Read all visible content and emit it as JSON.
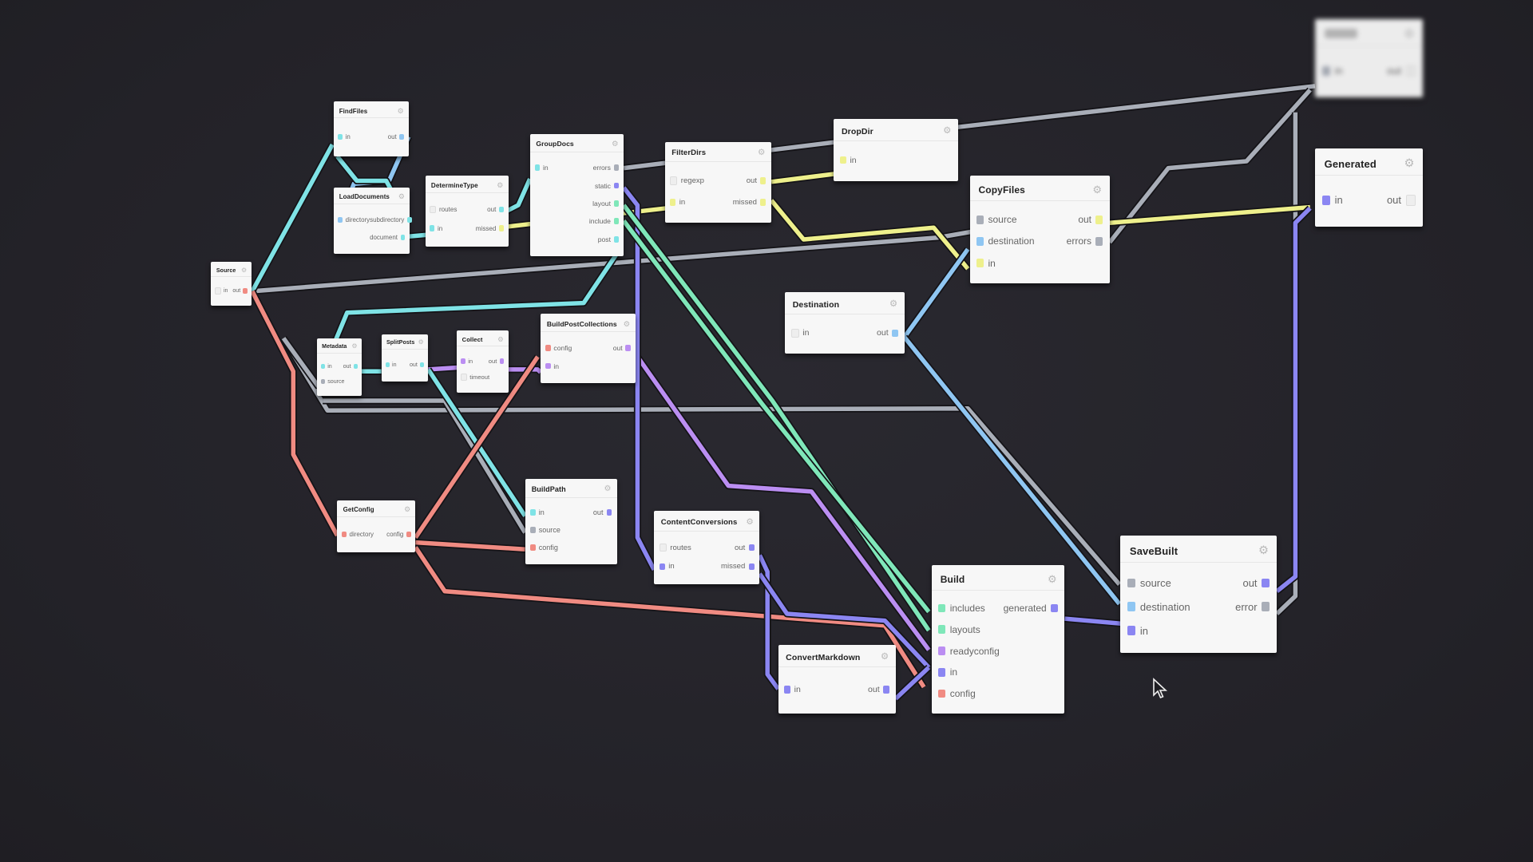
{
  "colors": {
    "cyan": "#7fe3e6",
    "lightblue": "#8fc6f2",
    "yellow": "#eef08c",
    "gray": "#a9aeb8",
    "salmon": "#f08b82",
    "purple": "#bb8ef2",
    "indigo": "#8b86f2",
    "green": "#7fe7b9",
    "empty": "#eeeeee"
  },
  "nodes": [
    {
      "id": "source",
      "title": "Source",
      "inputs": [
        {
          "label": "in",
          "color": "empty"
        }
      ],
      "outputs": [
        {
          "label": "out",
          "color": "salmon"
        }
      ]
    },
    {
      "id": "findfiles",
      "title": "FindFiles",
      "inputs": [
        {
          "label": "in",
          "color": "cyan"
        }
      ],
      "outputs": [
        {
          "label": "out",
          "color": "lightblue"
        }
      ]
    },
    {
      "id": "loaddocuments",
      "title": "LoadDocuments",
      "inputs": [
        {
          "label": "directory",
          "color": "lightblue"
        }
      ],
      "outputs": [
        {
          "label": "subdirectory",
          "color": "cyan"
        },
        {
          "label": "document",
          "color": "cyan"
        }
      ]
    },
    {
      "id": "determinetype",
      "title": "DetermineType",
      "inputs": [
        {
          "label": "routes",
          "color": "empty"
        },
        {
          "label": "in",
          "color": "cyan"
        }
      ],
      "outputs": [
        {
          "label": "out",
          "color": "cyan"
        },
        {
          "label": "missed",
          "color": "yellow"
        }
      ]
    },
    {
      "id": "groupdocs",
      "title": "GroupDocs",
      "inputs": [
        {
          "label": "in",
          "color": "cyan"
        }
      ],
      "outputs": [
        {
          "label": "errors",
          "color": "gray"
        },
        {
          "label": "static",
          "color": "indigo"
        },
        {
          "label": "layout",
          "color": "green"
        },
        {
          "label": "include",
          "color": "green"
        },
        {
          "label": "post",
          "color": "cyan"
        }
      ]
    },
    {
      "id": "filterdirs",
      "title": "FilterDirs",
      "inputs": [
        {
          "label": "regexp",
          "color": "empty"
        },
        {
          "label": "in",
          "color": "yellow"
        }
      ],
      "outputs": [
        {
          "label": "out",
          "color": "yellow"
        },
        {
          "label": "missed",
          "color": "yellow"
        }
      ]
    },
    {
      "id": "dropdir",
      "title": "DropDir",
      "inputs": [
        {
          "label": "in",
          "color": "yellow"
        }
      ],
      "outputs": []
    },
    {
      "id": "copyfiles",
      "title": "CopyFiles",
      "inputs": [
        {
          "label": "source",
          "color": "gray"
        },
        {
          "label": "destination",
          "color": "lightblue"
        },
        {
          "label": "in",
          "color": "yellow"
        }
      ],
      "outputs": [
        {
          "label": "out",
          "color": "yellow"
        },
        {
          "label": "errors",
          "color": "gray"
        }
      ]
    },
    {
      "id": "generated",
      "title": "Generated",
      "inputs": [
        {
          "label": "in",
          "color": "indigo"
        }
      ],
      "outputs": [
        {
          "label": "out",
          "color": "empty"
        }
      ]
    },
    {
      "id": "blurred",
      "title": "",
      "inputs": [
        {
          "label": "in",
          "color": "gray"
        }
      ],
      "outputs": [
        {
          "label": "out",
          "color": "empty"
        }
      ]
    },
    {
      "id": "destination",
      "title": "Destination",
      "inputs": [
        {
          "label": "in",
          "color": "empty"
        }
      ],
      "outputs": [
        {
          "label": "out",
          "color": "lightblue"
        }
      ]
    },
    {
      "id": "metadata",
      "title": "Metadata",
      "inputs": [
        {
          "label": "in",
          "color": "cyan"
        },
        {
          "label": "source",
          "color": "gray"
        }
      ],
      "outputs": [
        {
          "label": "out",
          "color": "cyan"
        }
      ]
    },
    {
      "id": "splitposts",
      "title": "SplitPosts",
      "inputs": [
        {
          "label": "in",
          "color": "cyan"
        }
      ],
      "outputs": [
        {
          "label": "out",
          "color": "cyan"
        }
      ]
    },
    {
      "id": "collect",
      "title": "Collect",
      "inputs": [
        {
          "label": "in",
          "color": "purple"
        },
        {
          "label": "timeout",
          "color": "empty"
        }
      ],
      "outputs": [
        {
          "label": "out",
          "color": "purple"
        }
      ]
    },
    {
      "id": "buildpostcollections",
      "title": "BuildPostCollections",
      "inputs": [
        {
          "label": "config",
          "color": "salmon"
        },
        {
          "label": "in",
          "color": "purple"
        }
      ],
      "outputs": [
        {
          "label": "out",
          "color": "purple"
        }
      ]
    },
    {
      "id": "getconfig",
      "title": "GetConfig",
      "inputs": [
        {
          "label": "directory",
          "color": "salmon"
        }
      ],
      "outputs": [
        {
          "label": "config",
          "color": "salmon"
        }
      ]
    },
    {
      "id": "buildpath",
      "title": "BuildPath",
      "inputs": [
        {
          "label": "in",
          "color": "cyan"
        },
        {
          "label": "source",
          "color": "gray"
        },
        {
          "label": "config",
          "color": "salmon"
        }
      ],
      "outputs": [
        {
          "label": "out",
          "color": "indigo"
        }
      ]
    },
    {
      "id": "contentconversions",
      "title": "ContentConversions",
      "inputs": [
        {
          "label": "routes",
          "color": "empty"
        },
        {
          "label": "in",
          "color": "indigo"
        }
      ],
      "outputs": [
        {
          "label": "out",
          "color": "indigo"
        },
        {
          "label": "missed",
          "color": "indigo"
        }
      ]
    },
    {
      "id": "convertmarkdown",
      "title": "ConvertMarkdown",
      "inputs": [
        {
          "label": "in",
          "color": "indigo"
        }
      ],
      "outputs": [
        {
          "label": "out",
          "color": "indigo"
        }
      ]
    },
    {
      "id": "build",
      "title": "Build",
      "inputs": [
        {
          "label": "includes",
          "color": "green"
        },
        {
          "label": "layouts",
          "color": "green"
        },
        {
          "label": "readyconfig",
          "color": "purple"
        },
        {
          "label": "in",
          "color": "indigo"
        },
        {
          "label": "config",
          "color": "salmon"
        }
      ],
      "outputs": [
        {
          "label": "generated",
          "color": "indigo"
        }
      ]
    },
    {
      "id": "savebuilt",
      "title": "SaveBuilt",
      "inputs": [
        {
          "label": "source",
          "color": "gray"
        },
        {
          "label": "destination",
          "color": "lightblue"
        },
        {
          "label": "in",
          "color": "indigo"
        }
      ],
      "outputs": [
        {
          "label": "out",
          "color": "indigo"
        },
        {
          "label": "error",
          "color": "gray"
        }
      ]
    }
  ]
}
